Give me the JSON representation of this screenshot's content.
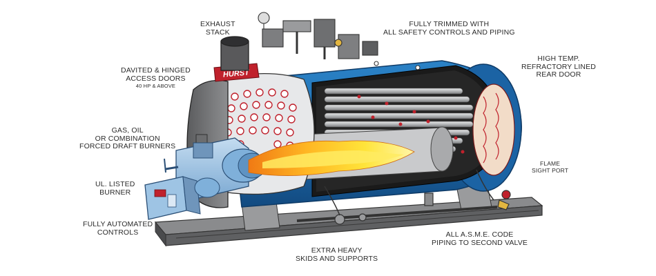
{
  "diagram": {
    "brand_text": "HURST",
    "labels": {
      "exhaust_stack": [
        "EXHAUST",
        "STACK"
      ],
      "fully_trimmed": [
        "FULLY TRIMMED WITH",
        "ALL SAFETY CONTROLS AND PIPING"
      ],
      "refractory": [
        "HIGH TEMP.",
        "REFRACTORY LINED",
        "REAR DOOR"
      ],
      "access_doors": [
        "DAVITED & HINGED",
        "ACCESS DOORS"
      ],
      "access_doors_note": "40 HP & ABOVE",
      "burners": [
        "GAS, OIL",
        "OR COMBINATION",
        "FORCED DRAFT BURNERS"
      ],
      "ul_listed": [
        "UL. LISTED",
        "BURNER"
      ],
      "automated": [
        "FULLY AUTOMATED",
        "CONTROLS"
      ],
      "flame_port": [
        "FLAME",
        "SIGHT PORT"
      ],
      "skids": [
        "EXTRA HEAVY",
        "SKIDS AND SUPPORTS"
      ],
      "asme": [
        "ALL A.S.M.E. CODE",
        "PIPING TO SECOND VALVE"
      ]
    },
    "colors": {
      "shell_blue": "#1f6fb2",
      "shell_dark": "#14467a",
      "steel_gray": "#7f8082",
      "burner_blue": "#9ec4e4",
      "flame_yellow": "#ffe23a",
      "flame_orange": "#f08a1c",
      "tube_gray": "#b9bbbd",
      "refractory_red": "#c0212c",
      "text": "#2b2b2b"
    }
  }
}
